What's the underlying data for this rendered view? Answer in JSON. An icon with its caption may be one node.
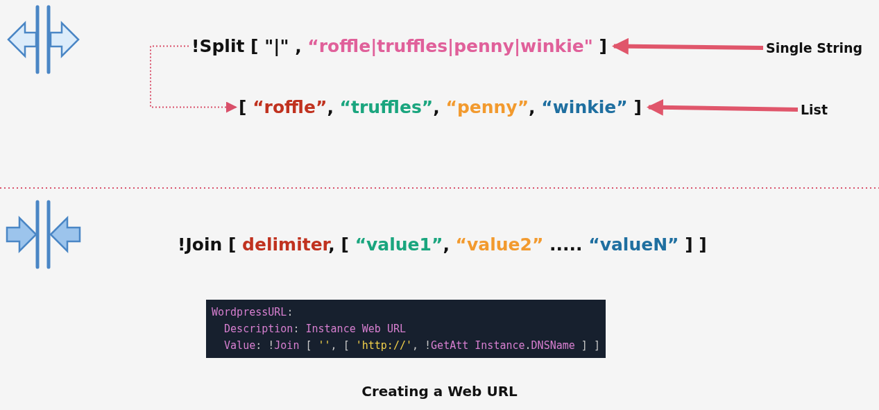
{
  "diagram": {
    "caption": "Creating a Web URL",
    "nodes": [
      {
        "text": [
          "!Split [ \"|\" , “roffle|truffles|penny|winkie\" ]"
        ]
      },
      {
        "text": [
          "[ “roffle”, “truffles”, “penny”, “winkie” ]"
        ]
      },
      {
        "text": [
          "Single String"
        ]
      },
      {
        "text": [
          "List"
        ]
      }
    ],
    "edges": [
      {
        "from": 0,
        "to": 1,
        "arrow": "to",
        "style": "dashed"
      },
      {
        "from": 2,
        "to": 0,
        "arrow": "to"
      },
      {
        "from": 3,
        "to": 1,
        "arrow": "to"
      }
    ],
    "labels": [
      "!Join [ delimiter, [ “value1”, “value2” ..... “valueN” ] ]",
      "WordpressURL:",
      "  Description: Instance Web URL",
      "  Value: !Join [ '', [ 'http://', !GetAtt Instance.DNSName ] ]"
    ]
  }
}
